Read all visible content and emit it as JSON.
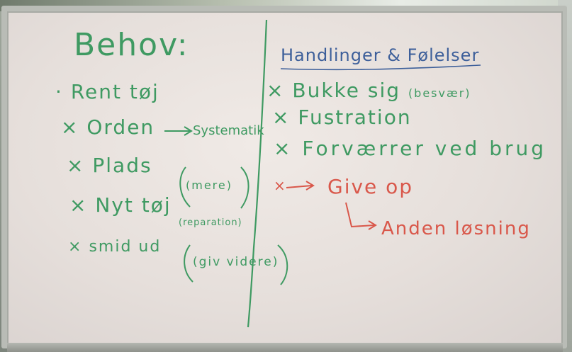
{
  "whiteboard": {
    "left_column": {
      "title": "Behov:",
      "items": [
        {
          "bullet": "·",
          "text": "Rent tøj"
        },
        {
          "bullet": "×",
          "text": "Orden",
          "arrow_to": "Systematik"
        },
        {
          "bullet": "×",
          "text": "Plads",
          "note": "(mere)"
        },
        {
          "bullet": "×",
          "text": "Nyt tøj",
          "note": "(reparation)"
        },
        {
          "bullet": "×",
          "text": "smid ud",
          "note": "(giv videre)"
        }
      ]
    },
    "right_column": {
      "heading": "Handlinger & Følelser",
      "items": [
        {
          "bullet": "×",
          "text": "Bukke sig",
          "note": "(besvær)"
        },
        {
          "bullet": "×",
          "text": "Fustration"
        },
        {
          "bullet": "×",
          "text": "Forværrer ved brug"
        }
      ],
      "red_items": [
        {
          "bullet": "×",
          "text": "Give op"
        },
        {
          "text": "Anden løsning"
        }
      ]
    },
    "colors": {
      "green_marker": "#3f9a62",
      "red_marker": "#d9574a",
      "board": "#ece6e2"
    }
  }
}
